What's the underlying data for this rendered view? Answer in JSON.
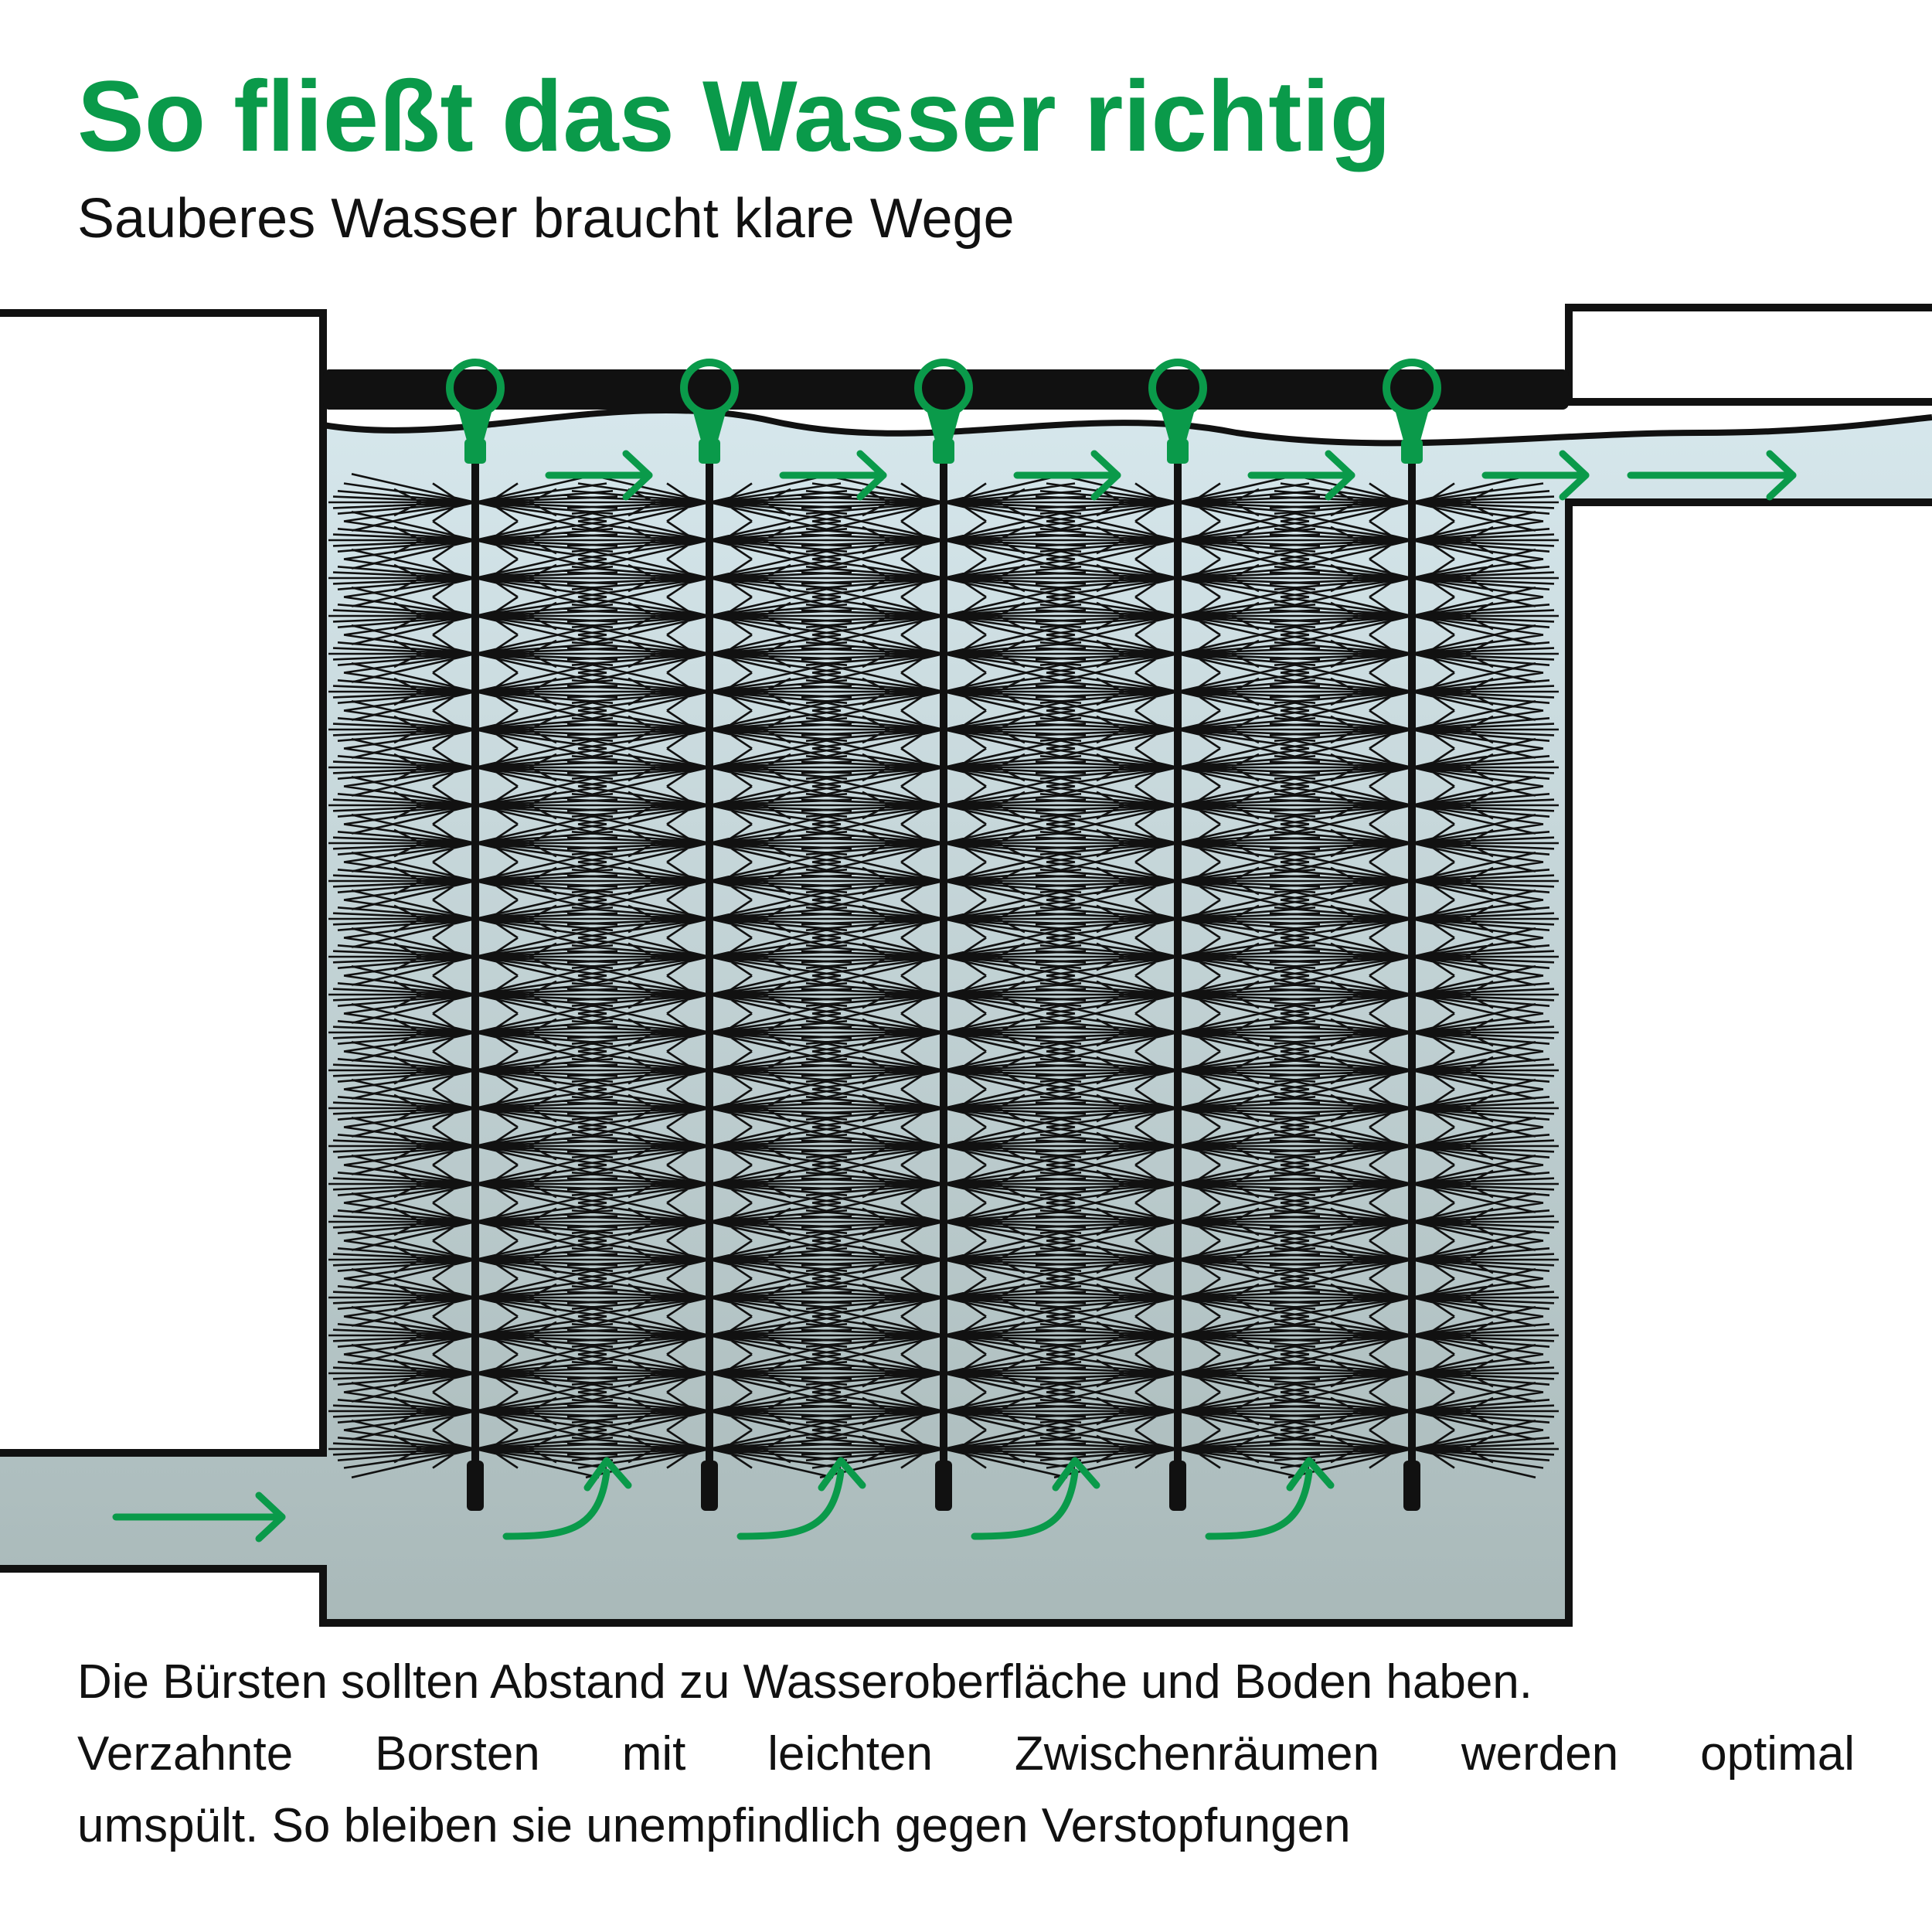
{
  "header": {
    "title": "So fließt das Wasser richtig",
    "subtitle": "Sauberes Wasser braucht klare Wege"
  },
  "caption": {
    "line1": "Die Bürsten sollten Abstand zu Wasseroberfläche und Boden haben.",
    "line2": "Verzahnte Borsten mit leichten Zwischenräumen werden optimal",
    "line3": "umspült. So bleiben sie unempfindlich gegen Verstopfungen"
  },
  "diagram": {
    "brush_count": 5,
    "colors": {
      "accent": "#0a9a4a",
      "water_top": "#d6e7ec",
      "water_bottom": "#a9b9b9",
      "outline": "#111111"
    }
  }
}
